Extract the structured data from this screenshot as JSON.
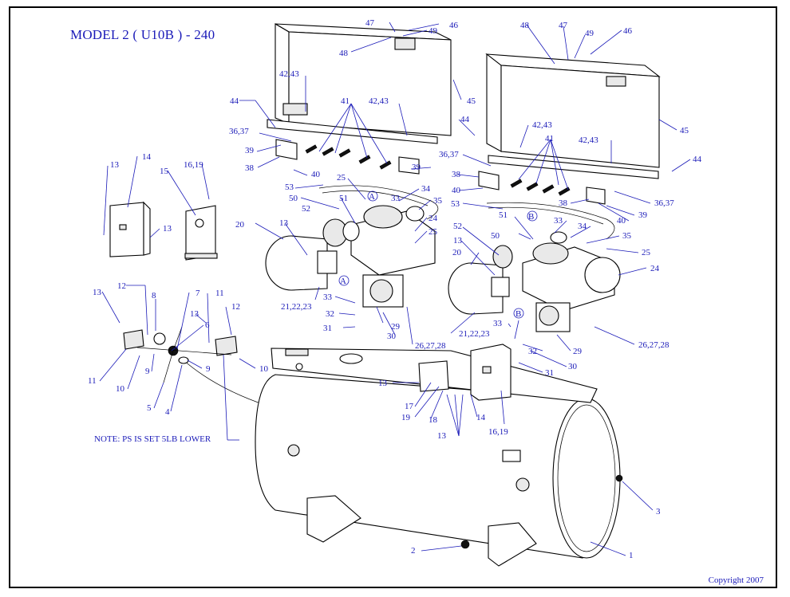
{
  "diagram": {
    "title": "MODEL 2 ( U10B ) - 240",
    "note": "NOTE: PS IS SET 5LB LOWER",
    "copyright": "Copyright 2007",
    "callouts": [
      {
        "id": "c47a",
        "text": "47"
      },
      {
        "id": "c46a",
        "text": "46"
      },
      {
        "id": "c49a",
        "text": "49"
      },
      {
        "id": "c48a",
        "text": "48"
      },
      {
        "id": "c4243a",
        "text": "42,43"
      },
      {
        "id": "c44a",
        "text": "44"
      },
      {
        "id": "c41a",
        "text": "41"
      },
      {
        "id": "c4243b",
        "text": "42,43"
      },
      {
        "id": "c45a",
        "text": "45"
      },
      {
        "id": "c3637a",
        "text": "36,37"
      },
      {
        "id": "c39a",
        "text": "39"
      },
      {
        "id": "c38a",
        "text": "38"
      },
      {
        "id": "c40a",
        "text": "40"
      },
      {
        "id": "c25a",
        "text": "25"
      },
      {
        "id": "c53a",
        "text": "53"
      },
      {
        "id": "c50a",
        "text": "50"
      },
      {
        "id": "c51a",
        "text": "51"
      },
      {
        "id": "cAa",
        "text": "A"
      },
      {
        "id": "c33a",
        "text": "33"
      },
      {
        "id": "c34a",
        "text": "34"
      },
      {
        "id": "c35a",
        "text": "35"
      },
      {
        "id": "c52a",
        "text": "52"
      },
      {
        "id": "c24a",
        "text": "24"
      },
      {
        "id": "c25b",
        "text": "25"
      },
      {
        "id": "c20a",
        "text": "20"
      },
      {
        "id": "c13a",
        "text": "13"
      },
      {
        "id": "c212223a",
        "text": "21,22,23"
      },
      {
        "id": "cAb",
        "text": "A"
      },
      {
        "id": "c33b",
        "text": "33"
      },
      {
        "id": "c32a",
        "text": "32"
      },
      {
        "id": "c31a",
        "text": "31"
      },
      {
        "id": "c29a",
        "text": "29"
      },
      {
        "id": "c30a",
        "text": "30"
      },
      {
        "id": "c262728a",
        "text": "26,27,28"
      },
      {
        "id": "c48b",
        "text": "48"
      },
      {
        "id": "c47b",
        "text": "47"
      },
      {
        "id": "c49b",
        "text": "49"
      },
      {
        "id": "c46b",
        "text": "46"
      },
      {
        "id": "c45b",
        "text": "45"
      },
      {
        "id": "c44b",
        "text": "44"
      },
      {
        "id": "c4243c",
        "text": "42,43"
      },
      {
        "id": "c41b",
        "text": "41"
      },
      {
        "id": "c4243d",
        "text": "42,43"
      },
      {
        "id": "c44c",
        "text": "44"
      },
      {
        "id": "c3637b",
        "text": "36,37"
      },
      {
        "id": "c39b",
        "text": "39"
      },
      {
        "id": "c38b",
        "text": "38"
      },
      {
        "id": "c40b",
        "text": "40"
      },
      {
        "id": "c38c",
        "text": "38"
      },
      {
        "id": "c3637c",
        "text": "36,37"
      },
      {
        "id": "c39c",
        "text": "39"
      },
      {
        "id": "c40c",
        "text": "40"
      },
      {
        "id": "c53b",
        "text": "53"
      },
      {
        "id": "c51b",
        "text": "51"
      },
      {
        "id": "cBa",
        "text": "B"
      },
      {
        "id": "c33c",
        "text": "33"
      },
      {
        "id": "c34b",
        "text": "34"
      },
      {
        "id": "c35b",
        "text": "35"
      },
      {
        "id": "c52b",
        "text": "52"
      },
      {
        "id": "c50b",
        "text": "50"
      },
      {
        "id": "c25c",
        "text": "25"
      },
      {
        "id": "c13b",
        "text": "13"
      },
      {
        "id": "c20b",
        "text": "20"
      },
      {
        "id": "c24b",
        "text": "24"
      },
      {
        "id": "c212223b",
        "text": "21,22,23"
      },
      {
        "id": "cBb",
        "text": "B"
      },
      {
        "id": "c33d",
        "text": "33"
      },
      {
        "id": "c32b",
        "text": "32"
      },
      {
        "id": "c29b",
        "text": "29"
      },
      {
        "id": "c262728b",
        "text": "26,27,28"
      },
      {
        "id": "c30b",
        "text": "30"
      },
      {
        "id": "c31b",
        "text": "31"
      },
      {
        "id": "c13c",
        "text": "13"
      },
      {
        "id": "c14a",
        "text": "14"
      },
      {
        "id": "c15a",
        "text": "15"
      },
      {
        "id": "c1619a",
        "text": "16,19"
      },
      {
        "id": "c13d",
        "text": "13"
      },
      {
        "id": "c13e",
        "text": "13"
      },
      {
        "id": "c12a",
        "text": "12"
      },
      {
        "id": "c8a",
        "text": "8"
      },
      {
        "id": "c7a",
        "text": "7"
      },
      {
        "id": "c11a",
        "text": "11"
      },
      {
        "id": "c12b",
        "text": "12"
      },
      {
        "id": "c13f",
        "text": "13"
      },
      {
        "id": "c6a",
        "text": "6"
      },
      {
        "id": "c11b",
        "text": "11"
      },
      {
        "id": "c10a",
        "text": "10"
      },
      {
        "id": "c9a",
        "text": "9"
      },
      {
        "id": "c9b",
        "text": "9"
      },
      {
        "id": "c10b",
        "text": "10"
      },
      {
        "id": "c5a",
        "text": "5"
      },
      {
        "id": "c4a",
        "text": "4"
      },
      {
        "id": "c13g",
        "text": "13"
      },
      {
        "id": "c17a",
        "text": "17"
      },
      {
        "id": "c19a",
        "text": "19"
      },
      {
        "id": "c18a",
        "text": "18"
      },
      {
        "id": "c14b",
        "text": "14"
      },
      {
        "id": "c13h",
        "text": "13"
      },
      {
        "id": "c1619b",
        "text": "16,19"
      },
      {
        "id": "c3a",
        "text": "3"
      },
      {
        "id": "c2a",
        "text": "2"
      },
      {
        "id": "c1a",
        "text": "1"
      }
    ]
  }
}
